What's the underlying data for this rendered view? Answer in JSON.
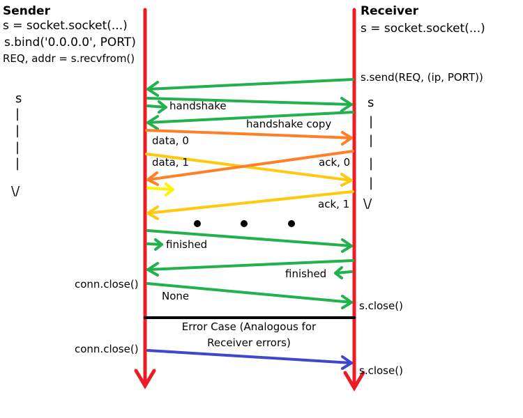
{
  "sender": {
    "title": "Sender",
    "code": [
      "s = socket.socket(...)",
      "s.bind('0.0.0.0', PORT)",
      "REQ, addr = s.recvfrom()"
    ],
    "flow_mark": [
      "s",
      "|",
      "|",
      "|",
      "|",
      "|",
      "\\/"
    ]
  },
  "receiver": {
    "title": "Receiver",
    "code": [
      "s = socket.socket(...)"
    ],
    "flow_mark": [
      "s",
      "|",
      "|",
      "|",
      "|",
      "\\/"
    ]
  },
  "messages": {
    "send_req": "s.send(REQ, (ip, PORT))",
    "handshake": "handshake",
    "handshake_copy": "handshake copy",
    "data0": "data, 0",
    "data1": "data, 1",
    "ack0": "ack, 0",
    "ack1": "ack, 1",
    "finished_sender": "finished",
    "finished_receiver": "finished",
    "conn_close_1": "conn.close()",
    "none": "None",
    "s_close_1": "s.close()",
    "error_case": [
      "Error Case (Analogous for",
      "Receiver errors)"
    ],
    "conn_close_2": "conn.close()",
    "s_close_2": "s.close()"
  },
  "colors": {
    "lifeline": "#ed1c24",
    "green": "#22b14c",
    "orange": "#ff7f27",
    "yellow": "#ffc90e",
    "bright_yellow": "#fff200",
    "blue": "#3f48cc",
    "divider": "#000000"
  }
}
